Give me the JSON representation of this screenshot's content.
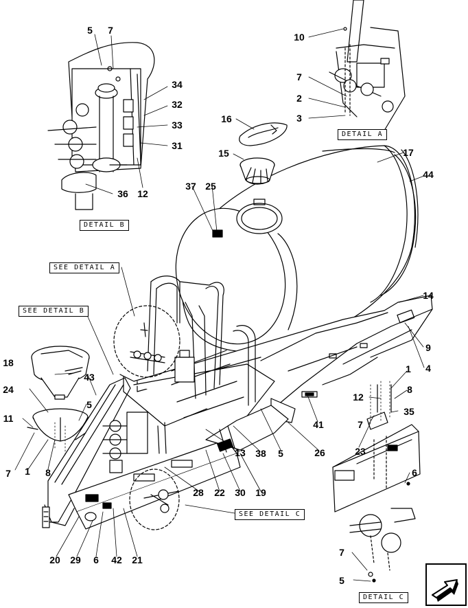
{
  "colors": {
    "line": "#000000",
    "background": "#ffffff"
  },
  "labels": {
    "detail_a": "DETAIL A",
    "detail_b": "DETAIL B",
    "detail_c": "DETAIL C",
    "see_detail_a": "SEE DETAIL A",
    "see_detail_b": "SEE DETAIL B",
    "see_detail_c": "SEE DETAIL C"
  },
  "callouts": {
    "b5": "5",
    "b7": "7",
    "b34": "34",
    "b32": "32",
    "b33": "33",
    "b31": "31",
    "b36": "36",
    "b12": "12",
    "a10": "10",
    "a7": "7",
    "a2": "2",
    "a3": "3",
    "p16": "16",
    "p15": "15",
    "p17": "17",
    "p44": "44",
    "p37": "37",
    "p25": "25",
    "p14": "14",
    "p9": "9",
    "p4": "4",
    "p18": "18",
    "p43": "43",
    "p24": "24",
    "p5a": "5",
    "p11": "11",
    "p7a": "7",
    "p1a": "1",
    "p8a": "8",
    "p1b": "1",
    "p12b": "12",
    "p8b": "8",
    "p35": "35",
    "p7b": "7",
    "p23": "23",
    "p41": "41",
    "p26": "26",
    "p13": "13",
    "p38": "38",
    "p5b": "5",
    "p28": "28",
    "p22": "22",
    "p30": "30",
    "p19": "19",
    "p6a": "6",
    "p20": "20",
    "p29": "29",
    "p6b": "6",
    "p42": "42",
    "p21": "21",
    "c7": "7",
    "c5": "5"
  },
  "nav_icon": "next-page-arrow-icon"
}
